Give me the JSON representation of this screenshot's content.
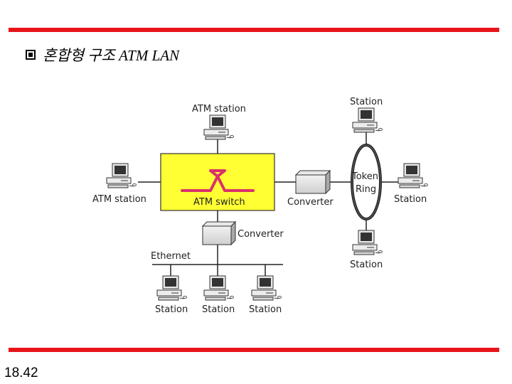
{
  "slide": {
    "title": "혼합형 구조 ATM LAN",
    "page_number": "18.42"
  },
  "diagram": {
    "atm_switch_label": "ATM switch",
    "atm_station_top_label": "ATM station",
    "atm_station_left_label": "ATM station",
    "converter_right_label": "Converter",
    "converter_bottom_label": "Converter",
    "ethernet_label": "Ethernet",
    "token_ring_label_line1": "Token",
    "token_ring_label_line2": "Ring",
    "station_top_label": "Station",
    "station_right_label": "Station",
    "station_bottom_label": "Station",
    "ethernet_station_labels": [
      "Station",
      "Station",
      "Station"
    ],
    "colors": {
      "accent_bar": "#e8141b",
      "switch_fill": "#ffff33",
      "switch_symbol": "#d9326b"
    }
  }
}
